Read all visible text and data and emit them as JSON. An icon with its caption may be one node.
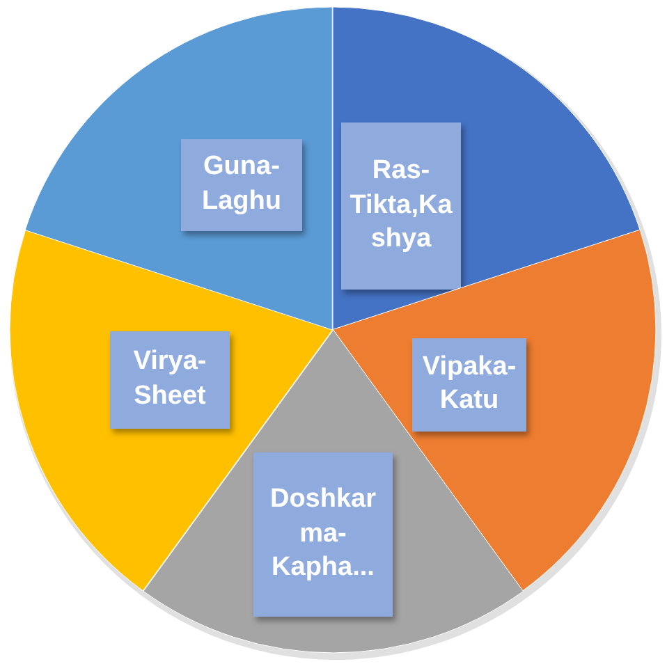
{
  "diagram": {
    "nodes": [
      {
        "text": [],
        "shape": "wedge"
      },
      {
        "text": [],
        "shape": "wedge"
      },
      {
        "text": [],
        "shape": "wedge"
      },
      {
        "text": [],
        "shape": "wedge"
      },
      {
        "text": [],
        "shape": "wedge"
      },
      {
        "text": [
          "Ras-Tikta,Kashya"
        ],
        "in": 0
      },
      {
        "text": [
          "Vipaka-Katu"
        ],
        "in": 1
      },
      {
        "text": [
          "Doshkarma-Kapha..."
        ],
        "in": 2
      },
      {
        "text": [
          "Virya-Sheet"
        ],
        "in": 3
      },
      {
        "text": [
          "Guna-Laghu"
        ],
        "in": 4
      }
    ]
  }
}
